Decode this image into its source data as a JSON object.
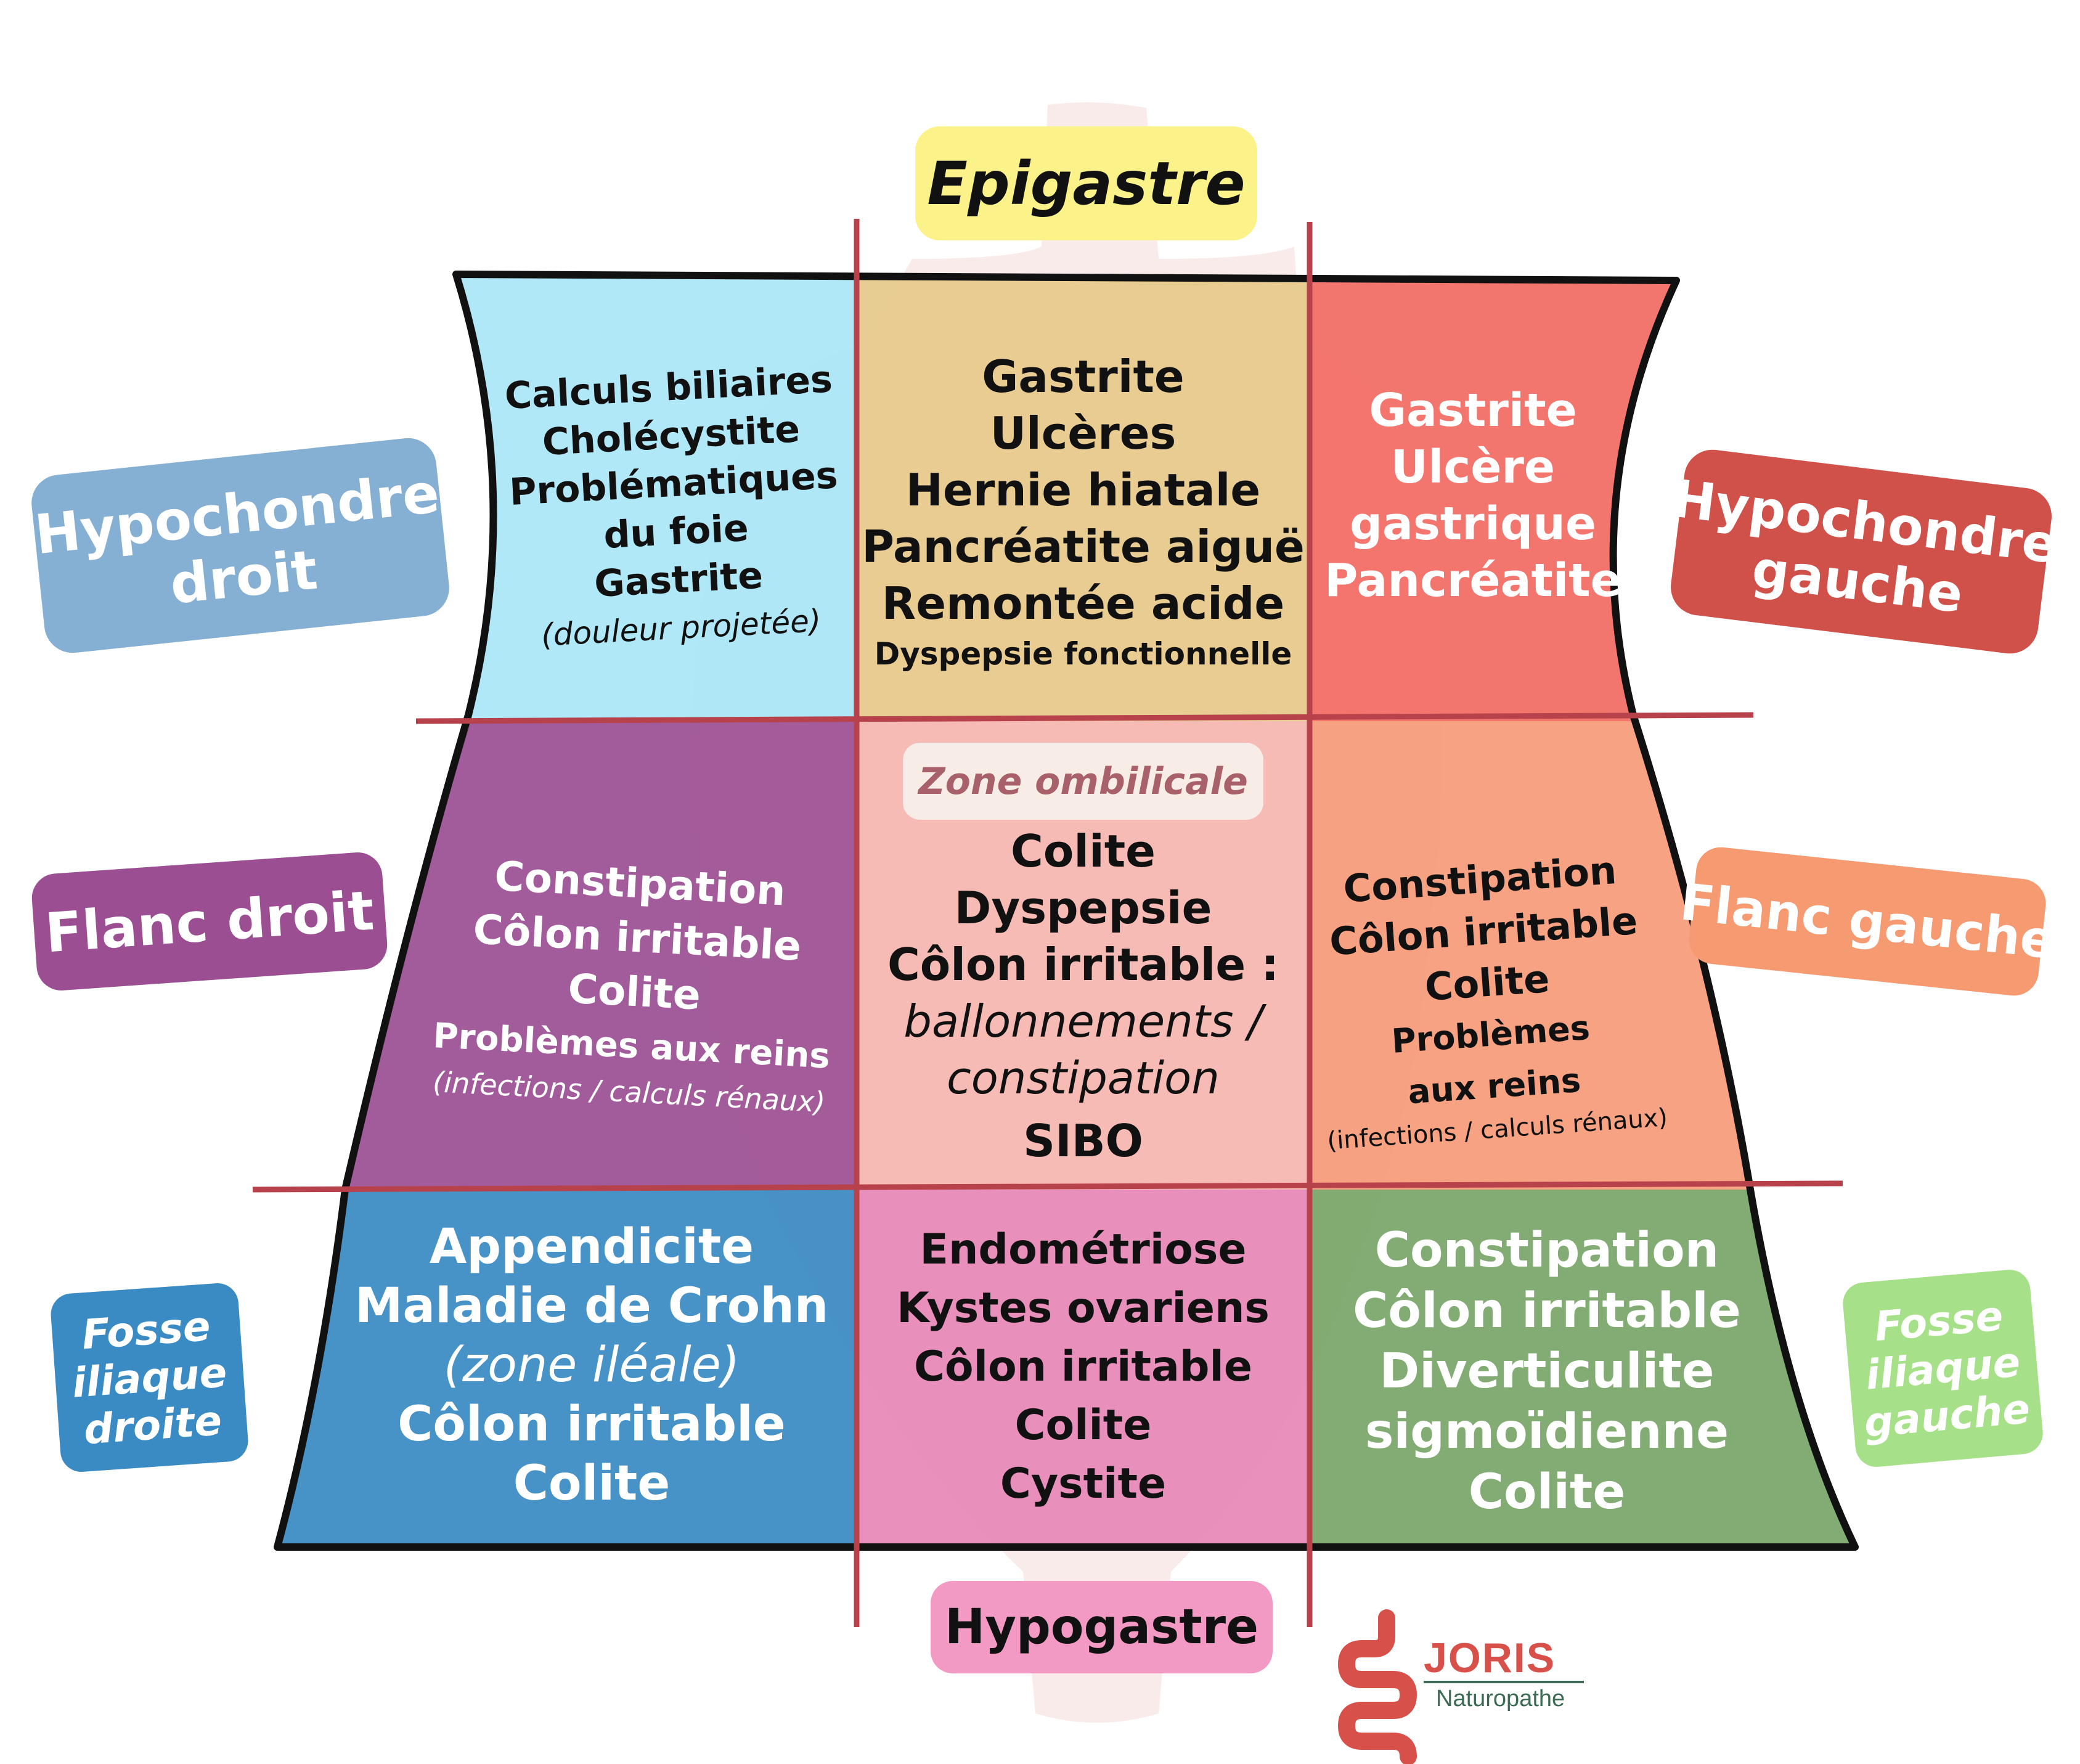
{
  "colors": {
    "hypochondre_droit": "#a9e6f7",
    "epigastre": "#e6c98a",
    "hypochondre_gauche": "#f26a62",
    "flanc_droit": "#9b4e92",
    "ombilicale": "#f6b6b0",
    "flanc_gauche": "#f59a78",
    "fosse_droite": "#3d8cc4",
    "hypogastre": "#e88ab8",
    "fosse_gauche": "#7ba86b",
    "grid_line": "#b8424c",
    "outline": "#111111"
  },
  "labels": {
    "epigastre": "Epigastre",
    "hypogastre": "Hypogastre",
    "hypochondre_droit": [
      "Hypochondre",
      "droit"
    ],
    "hypochondre_gauche": [
      "Hypochondre",
      "gauche"
    ],
    "flanc_droit": "Flanc droit",
    "flanc_gauche": "Flanc gauche",
    "fosse_droite": [
      "Fosse",
      "iliaque",
      "droite"
    ],
    "fosse_gauche": [
      "Fosse",
      "iliaque",
      "gauche"
    ],
    "zone_ombilicale": "Zone ombilicale"
  },
  "regions": {
    "hypochondre_droit": [
      "Calculs biliaires",
      "Cholécystite",
      "Problématiques",
      "du foie",
      "Gastrite"
    ],
    "hypochondre_droit_note": "(douleur projetée)",
    "epigastre": [
      "Gastrite",
      "Ulcères",
      "Hernie hiatale",
      "Pancréatite aiguë",
      "Remontée acide"
    ],
    "epigastre_note": "Dyspepsie fonctionnelle",
    "hypochondre_gauche": [
      "Gastrite",
      "Ulcère",
      "gastrique",
      "Pancréatite"
    ],
    "flanc_droit": [
      "Constipation",
      "Côlon irritable",
      "Colite"
    ],
    "flanc_droit_extra": "Problèmes aux reins",
    "flanc_droit_note": "(infections / calculs rénaux)",
    "ombilicale": [
      "Colite",
      "Dyspepsie",
      "Côlon irritable :"
    ],
    "ombilicale_italic": [
      "ballonnements /",
      "constipation"
    ],
    "ombilicale_last": "SIBO",
    "flanc_gauche": [
      "Constipation",
      "Côlon irritable",
      "Colite"
    ],
    "flanc_gauche_extra": [
      "Problèmes",
      "aux reins"
    ],
    "flanc_gauche_note": "(infections / calculs rénaux)",
    "fosse_droite": [
      "Appendicite",
      "Maladie de Crohn"
    ],
    "fosse_droite_italic": "(zone iléale)",
    "fosse_droite_rest": [
      "Côlon irritable",
      "Colite"
    ],
    "hypogastre": [
      "Endométriose",
      "Kystes ovariens",
      "Côlon irritable",
      "Colite",
      "Cystite"
    ],
    "fosse_gauche": [
      "Constipation",
      "Côlon irritable",
      "Diverticulite",
      "sigmoïdienne",
      "Colite"
    ]
  },
  "logo": {
    "name": "JORIS",
    "subtitle": "Naturopathe"
  }
}
